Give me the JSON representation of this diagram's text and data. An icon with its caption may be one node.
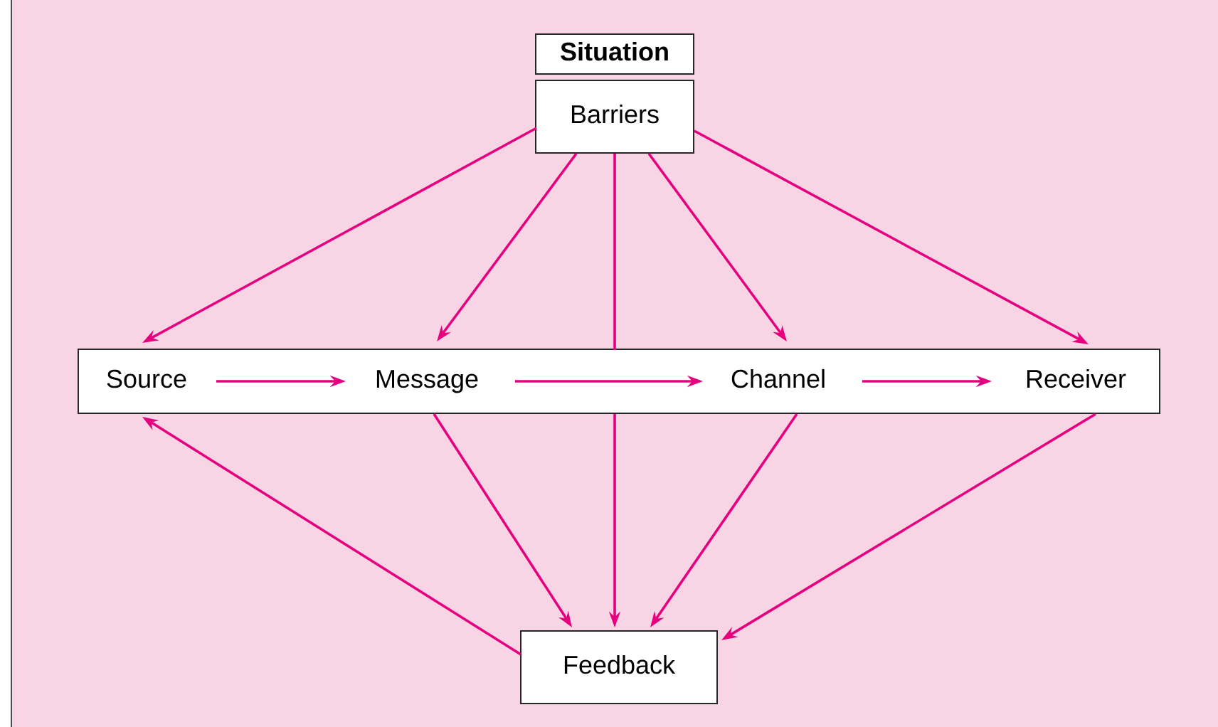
{
  "diagram": {
    "nodes": [
      {
        "text": [
          "Situation"
        ]
      },
      {
        "text": [
          "Barriers"
        ]
      },
      {
        "text": [],
        "shape": "box"
      },
      {
        "text": [
          "Source"
        ],
        "in": 2
      },
      {
        "text": [
          "Message"
        ],
        "in": 2
      },
      {
        "text": [
          "Channel"
        ],
        "in": 2
      },
      {
        "text": [
          "Receiver"
        ],
        "in": 2
      },
      {
        "text": [
          "Feedback"
        ]
      }
    ],
    "edges": [
      {
        "from": 1,
        "to": 3,
        "arrow": "to"
      },
      {
        "from": 1,
        "to": 4,
        "arrow": "to"
      },
      {
        "from": 1,
        "to": 2,
        "arrow": "none"
      },
      {
        "from": 1,
        "to": 5,
        "arrow": "to"
      },
      {
        "from": 1,
        "to": 6,
        "arrow": "to"
      },
      {
        "from": 3,
        "to": 4,
        "arrow": "to"
      },
      {
        "from": 4,
        "to": 5,
        "arrow": "to"
      },
      {
        "from": 5,
        "to": 6,
        "arrow": "to"
      },
      {
        "from": 4,
        "to": 7,
        "arrow": "to"
      },
      {
        "from": 2,
        "to": 7,
        "arrow": "to"
      },
      {
        "from": 5,
        "to": 7,
        "arrow": "to"
      },
      {
        "from": 6,
        "to": 7,
        "arrow": "to"
      },
      {
        "from": 7,
        "to": 3,
        "arrow": "to"
      }
    ]
  }
}
